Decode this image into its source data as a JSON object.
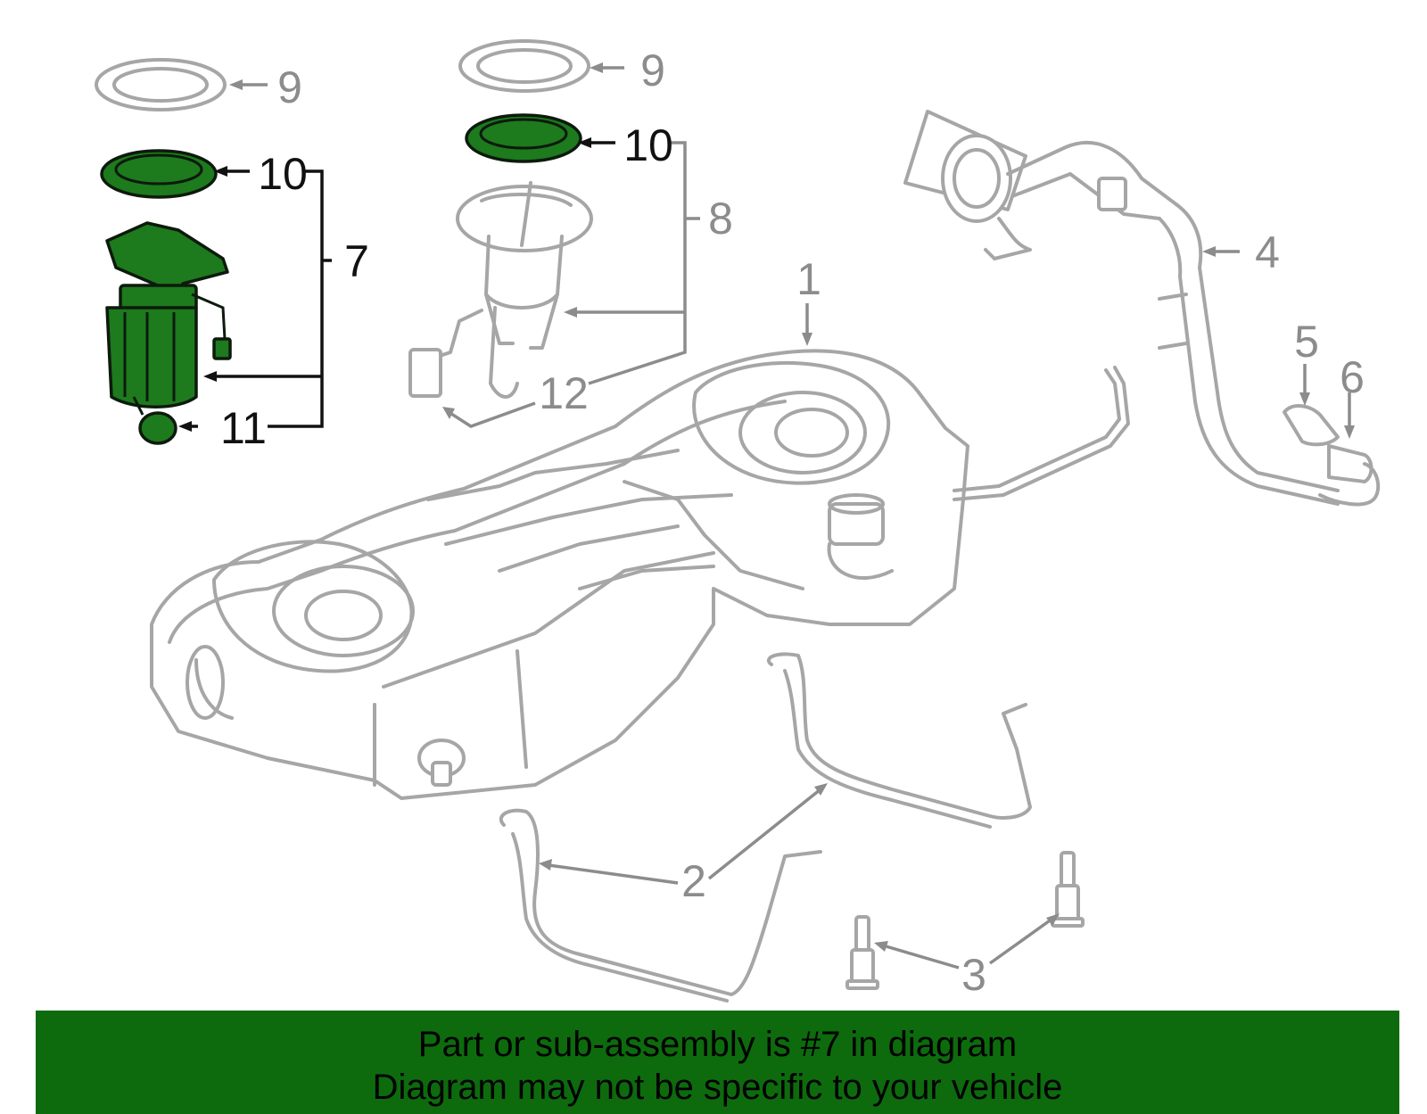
{
  "callouts": {
    "c1": "1",
    "c2": "2",
    "c3": "3",
    "c4": "4",
    "c5": "5",
    "c6": "6",
    "c7": "7",
    "c8": "8",
    "c9a": "9",
    "c9b": "9",
    "c10a": "10",
    "c10b": "10",
    "c11": "11",
    "c12": "12"
  },
  "banner": {
    "line1": "Part or sub-assembly is #7 in diagram",
    "line2": "Diagram may not be specific to your vehicle"
  },
  "colors": {
    "highlight": "#1d7a1d",
    "banner": "#0d6b0d",
    "line_art": "#a6a6a6"
  }
}
